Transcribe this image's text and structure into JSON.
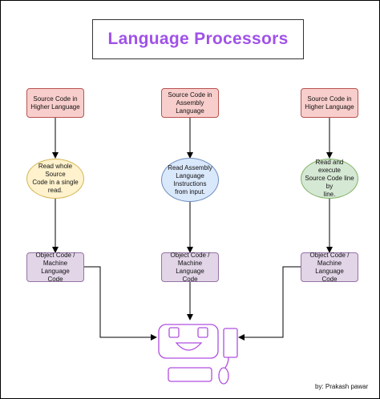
{
  "title": "Language Processors",
  "columns": [
    {
      "source": "Source Code in\nHigher Language",
      "process": "Read whole Source\nCode in a single\nread.",
      "output": "Object Code /\nMachine Language\nCode"
    },
    {
      "source": "Source Code in\nAssembly Language",
      "process": "Read Assembly\nLanguage\nInstructions\nfrom input.",
      "output": "Object Code /\nMachine Language\nCode"
    },
    {
      "source": "Source Code in\nHigher Language",
      "process": "Read and execute\nSource Code line by\nline.",
      "output": "Object Code /\nMachine Language\nCode"
    }
  ],
  "credit": "by: Prakash pawar",
  "colors": {
    "title_text": "#a052e8",
    "computer_outline": "#b04fe0",
    "source_fill": "#f8cecc",
    "output_fill": "#e1d5e7",
    "process_fills": [
      "#fff2cc",
      "#dae8fc",
      "#d5e8d4"
    ]
  }
}
